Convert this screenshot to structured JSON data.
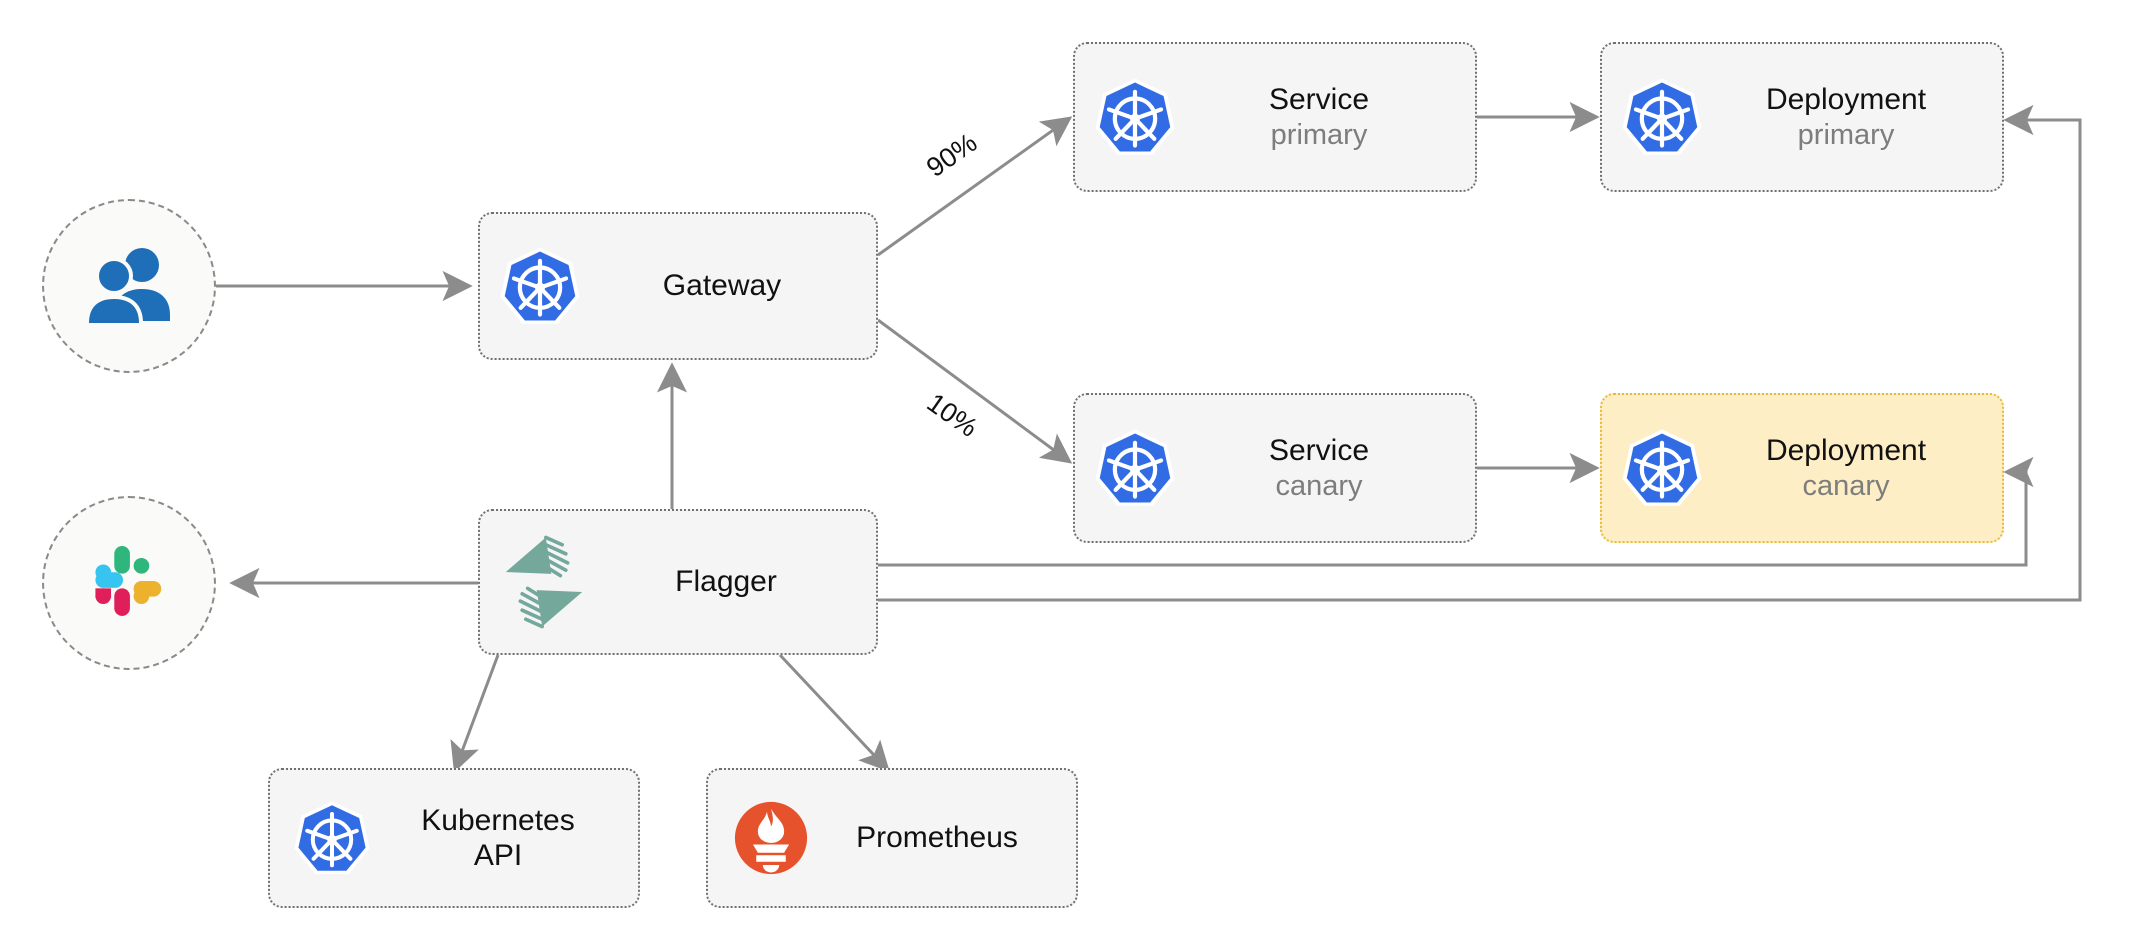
{
  "diagram": {
    "title": "Flagger canary deployment architecture",
    "type": "flow-diagram",
    "colors": {
      "kubernetes_blue": "#326ce5",
      "prometheus_orange": "#e6522c",
      "flagger_teal": "#73a89a",
      "canary_fill": "#fdeec5",
      "canary_border": "#e8b93c",
      "node_fill": "#f5f5f5",
      "node_border": "#707070",
      "edge_stroke": "#8c8c8c",
      "slack_cyan": "#36c5f0",
      "slack_green": "#2eb67d",
      "slack_crimson": "#e01e5a",
      "slack_yellow": "#ecb22e"
    }
  },
  "nodes": {
    "users": {
      "icon": "users-icon",
      "label": ""
    },
    "gateway": {
      "icon": "kubernetes-icon",
      "title": "Gateway",
      "sub": ""
    },
    "service_primary": {
      "icon": "kubernetes-icon",
      "title": "Service",
      "sub": "primary"
    },
    "deployment_primary": {
      "icon": "kubernetes-icon",
      "title": "Deployment",
      "sub": "primary"
    },
    "service_canary": {
      "icon": "kubernetes-icon",
      "title": "Service",
      "sub": "canary"
    },
    "deployment_canary": {
      "icon": "kubernetes-icon",
      "title": "Deployment",
      "sub": "canary"
    },
    "flagger": {
      "icon": "flagger-icon",
      "title": "Flagger",
      "sub": ""
    },
    "slack": {
      "icon": "slack-icon",
      "label": ""
    },
    "kubernetes_api": {
      "icon": "kubernetes-icon",
      "title": "Kubernetes",
      "sub": "API"
    },
    "prometheus": {
      "icon": "prometheus-icon",
      "title": "Prometheus",
      "sub": ""
    }
  },
  "edges": [
    {
      "id": "users-to-gateway",
      "from": "users",
      "to": "gateway",
      "label": ""
    },
    {
      "id": "gateway-to-service-primary",
      "from": "gateway",
      "to": "service_primary",
      "label": "90%"
    },
    {
      "id": "gateway-to-service-canary",
      "from": "gateway",
      "to": "service_canary",
      "label": "10%"
    },
    {
      "id": "service-primary-to-deployment",
      "from": "service_primary",
      "to": "deployment_primary",
      "label": ""
    },
    {
      "id": "service-canary-to-deployment",
      "from": "service_canary",
      "to": "deployment_canary",
      "label": ""
    },
    {
      "id": "flagger-to-gateway",
      "from": "flagger",
      "to": "gateway",
      "label": ""
    },
    {
      "id": "flagger-to-slack",
      "from": "flagger",
      "to": "slack",
      "label": ""
    },
    {
      "id": "flagger-to-kubernetes-api",
      "from": "flagger",
      "to": "kubernetes_api",
      "label": ""
    },
    {
      "id": "flagger-to-prometheus",
      "from": "flagger",
      "to": "prometheus",
      "label": ""
    },
    {
      "id": "flagger-to-deployment-primary",
      "from": "flagger",
      "to": "deployment_primary",
      "label": ""
    },
    {
      "id": "flagger-to-deployment-canary",
      "from": "flagger",
      "to": "deployment_canary",
      "label": ""
    }
  ],
  "edge_labels": {
    "traffic_primary": "90%",
    "traffic_canary": "10%"
  }
}
